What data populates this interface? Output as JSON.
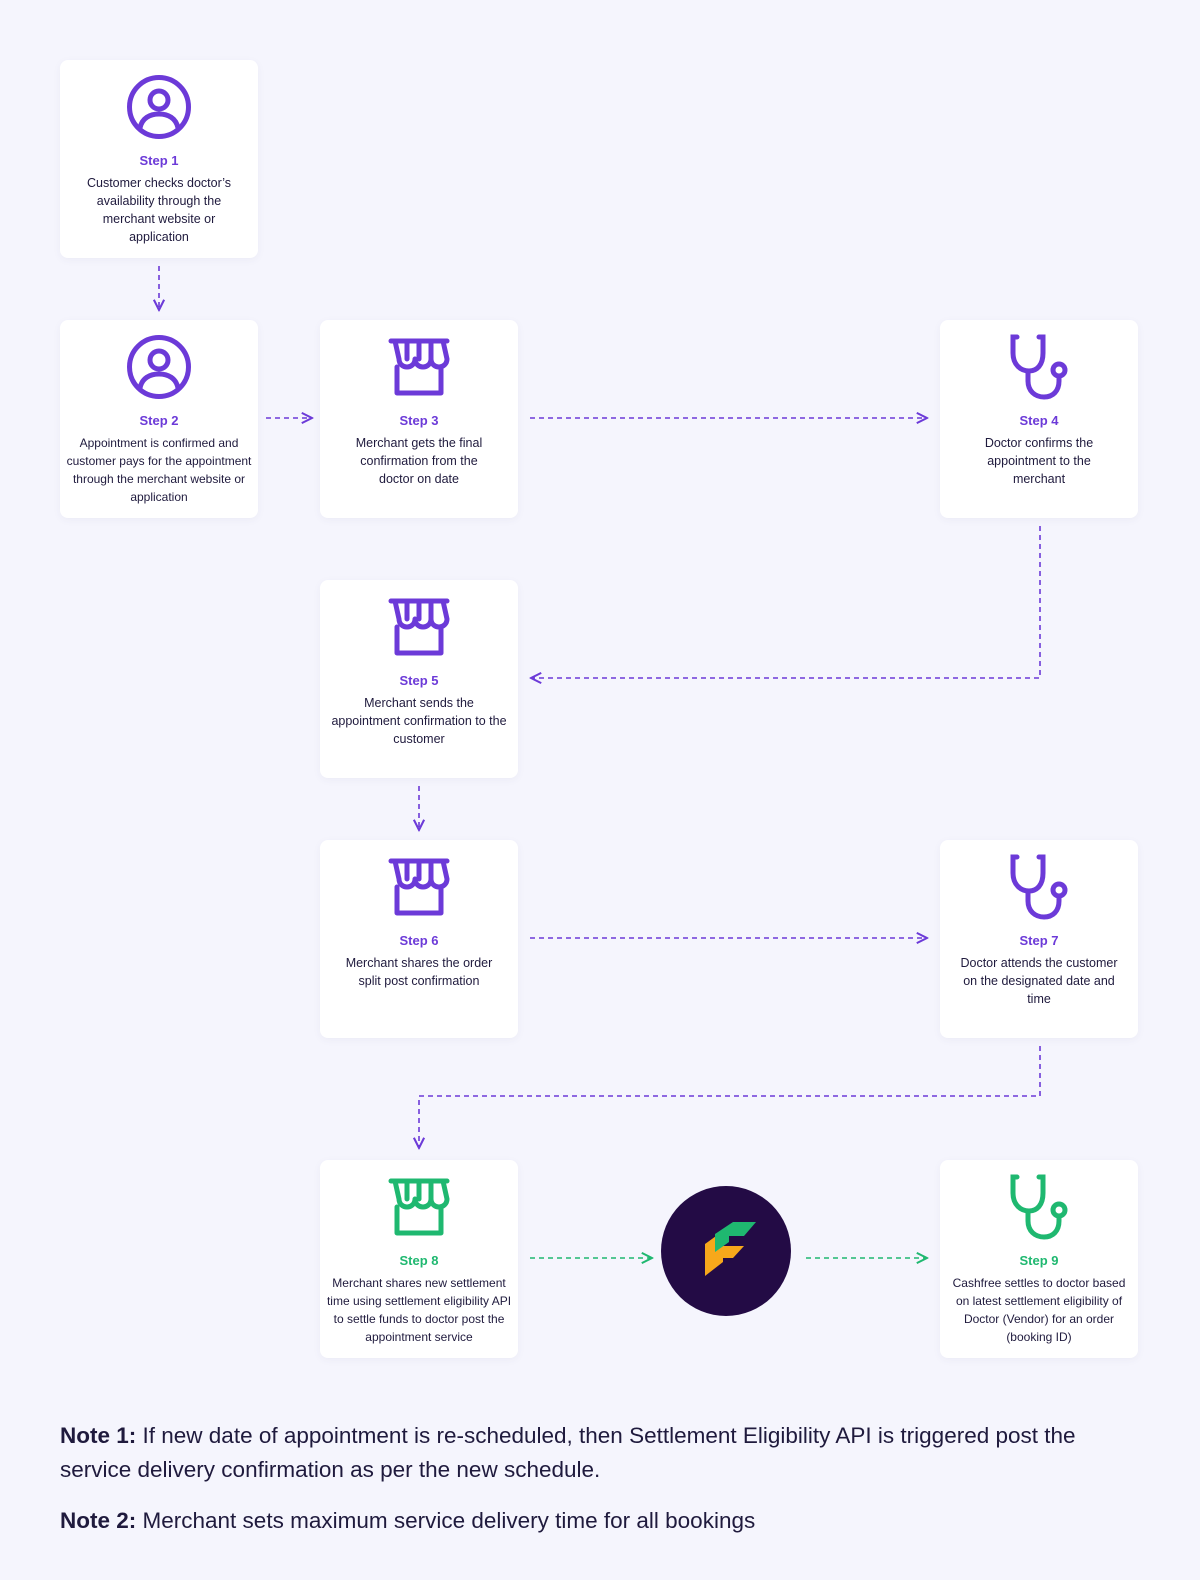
{
  "steps": [
    {
      "label": "Step 1",
      "icon": "user-icon",
      "text": "Customer checks doctor’s availability through the merchant website or application"
    },
    {
      "label": "Step 2",
      "icon": "user-icon",
      "text": "Appointment is confirmed and customer pays for the appointment through the merchant website or application"
    },
    {
      "label": "Step 3",
      "icon": "store-icon",
      "text": "Merchant gets the final confirmation from the doctor on date"
    },
    {
      "label": "Step 4",
      "icon": "stethoscope-icon",
      "text": "Doctor confirms the appointment to the merchant"
    },
    {
      "label": "Step 5",
      "icon": "store-icon",
      "text": "Merchant sends the appointment confirmation to the customer"
    },
    {
      "label": "Step 6",
      "icon": "store-icon",
      "text": "Merchant shares the order split post confirmation"
    },
    {
      "label": "Step 7",
      "icon": "stethoscope-icon",
      "text": "Doctor attends the customer on the designated date and time"
    },
    {
      "label": "Step 8",
      "icon": "store-icon",
      "text": "Merchant shares new settlement time using settlement eligibility API to settle funds to doctor post the appointment service"
    },
    {
      "label": "Step 9",
      "icon": "stethoscope-icon",
      "text": "Cashfree settles to doctor based on latest settlement eligibility of Doctor (Vendor) for an order (booking ID)"
    }
  ],
  "notes": [
    {
      "label": "Note 1:",
      "text": " If new date of appointment is re-scheduled, then Settlement Eligibility API is triggered post the service delivery confirmation as per the new schedule."
    },
    {
      "label": "Note 2:",
      "text": " Merchant sets maximum service delivery time for all bookings"
    }
  ],
  "colors": {
    "purple": "#6c3ad8",
    "green": "#1fb870",
    "background": "#f5f5fd",
    "logo_bg": "#230b45",
    "logo_green": "#1fb870",
    "logo_orange": "#f7a81b"
  }
}
